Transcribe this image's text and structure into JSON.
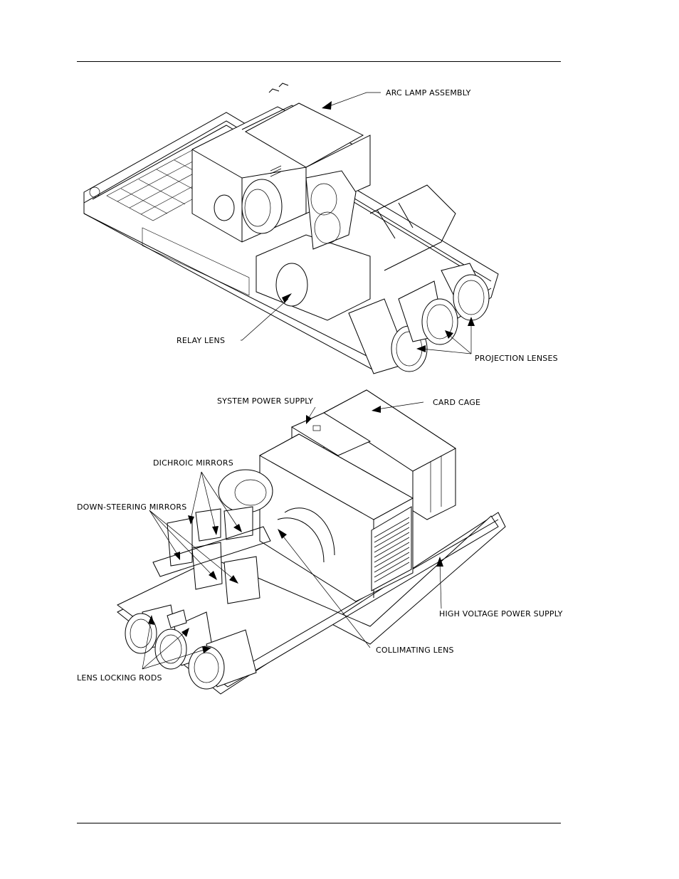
{
  "figure_top": {
    "labels": {
      "arc_lamp_assembly": "ARC LAMP ASSEMBLY",
      "relay_lens": "RELAY LENS",
      "projection_lenses": "PROJECTION LENSES"
    }
  },
  "figure_bottom": {
    "labels": {
      "system_power_supply": "SYSTEM POWER SUPPLY",
      "card_cage": "CARD CAGE",
      "dichroic_mirrors": "DICHROIC MIRRORS",
      "down_steering_mirrors": "DOWN-STEERING MIRRORS",
      "high_voltage_power_supply": "HIGH VOLTAGE POWER SUPPLY",
      "collimating_lens": "COLLIMATING LENS",
      "lens_locking_rods": "LENS LOCKING RODS"
    }
  }
}
